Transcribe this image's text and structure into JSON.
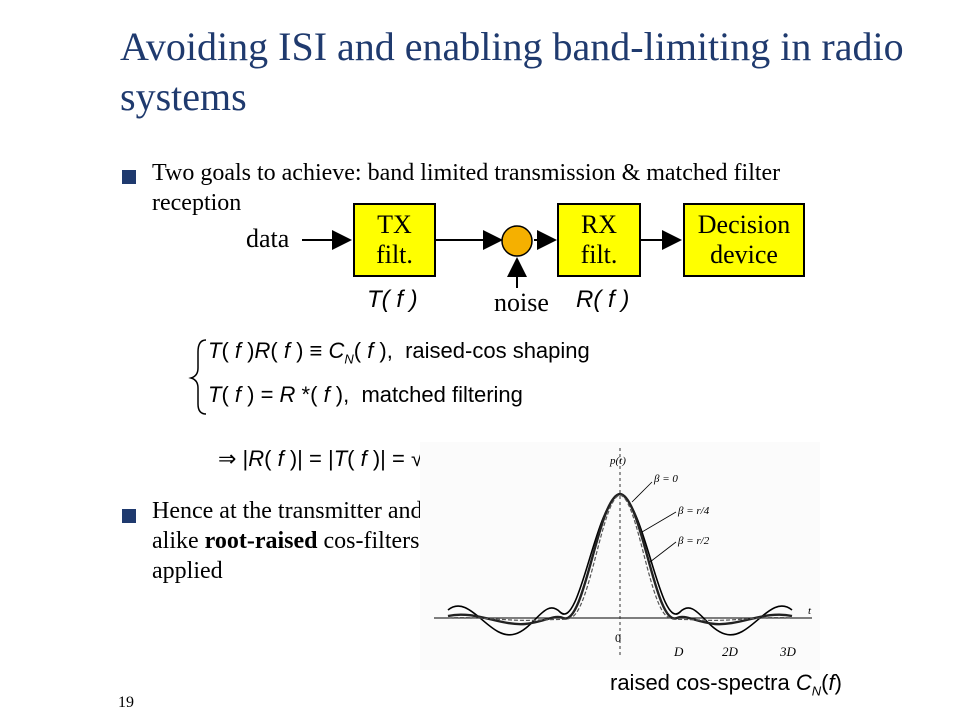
{
  "slide": {
    "title": "Avoiding ISI and enabling band-limiting in radio systems",
    "page_number": "19"
  },
  "bullets": [
    {
      "text": "Two goals to achieve: band limited transmission & matched filter reception"
    },
    {
      "text_before": "Hence at the transmitter and receiver alike ",
      "bold": "root-raised",
      "text_after": " cos-filters must be applied"
    }
  ],
  "diagram": {
    "input_label": "data",
    "tx_line1": "TX",
    "tx_line2": "filt.",
    "rx_line1": "RX",
    "rx_line2": "filt.",
    "dec_line1": "Decision",
    "dec_line2": "device",
    "noise_label": "noise",
    "tx_fn": "T( f )",
    "rx_fn": "R( f )",
    "box_color": "#ffff00",
    "summer_color": "#f5b000"
  },
  "equations": {
    "eq1_text": "raised-cos shaping",
    "eq2_text": "matched filtering"
  },
  "figure": {
    "y_axis_label": "p(t)",
    "x_axis_label": "t",
    "origin_label": "0",
    "tick_labels": [
      "D",
      "2D",
      "3D"
    ],
    "beta_labels": [
      "β = 0",
      "β = r/4",
      "β = r/2"
    ],
    "caption": "raised cos-spectra"
  }
}
